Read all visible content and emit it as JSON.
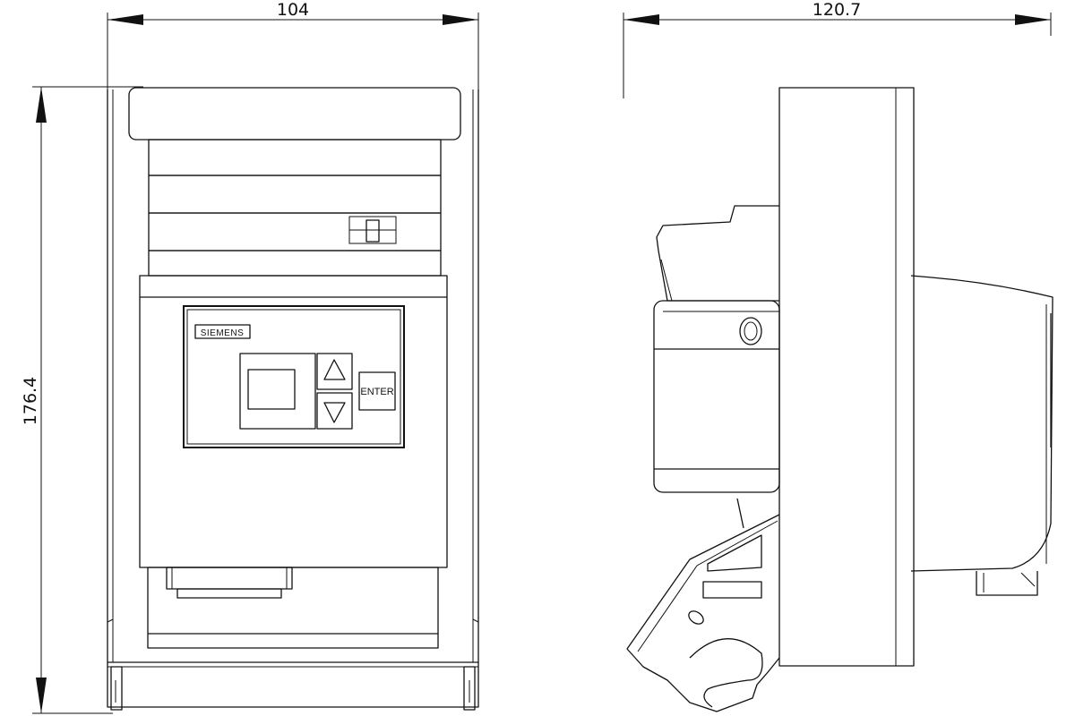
{
  "dimensions": {
    "front_width": "104",
    "side_width": "120.7",
    "height": "176.4"
  },
  "front_view": {
    "brand_label": "SIEMENS",
    "enter_key_label": "ENTER",
    "up_key_icon": "triangle-up-icon",
    "down_key_icon": "triangle-down-icon"
  },
  "colors": {
    "line": "#111111",
    "background": "#ffffff"
  }
}
